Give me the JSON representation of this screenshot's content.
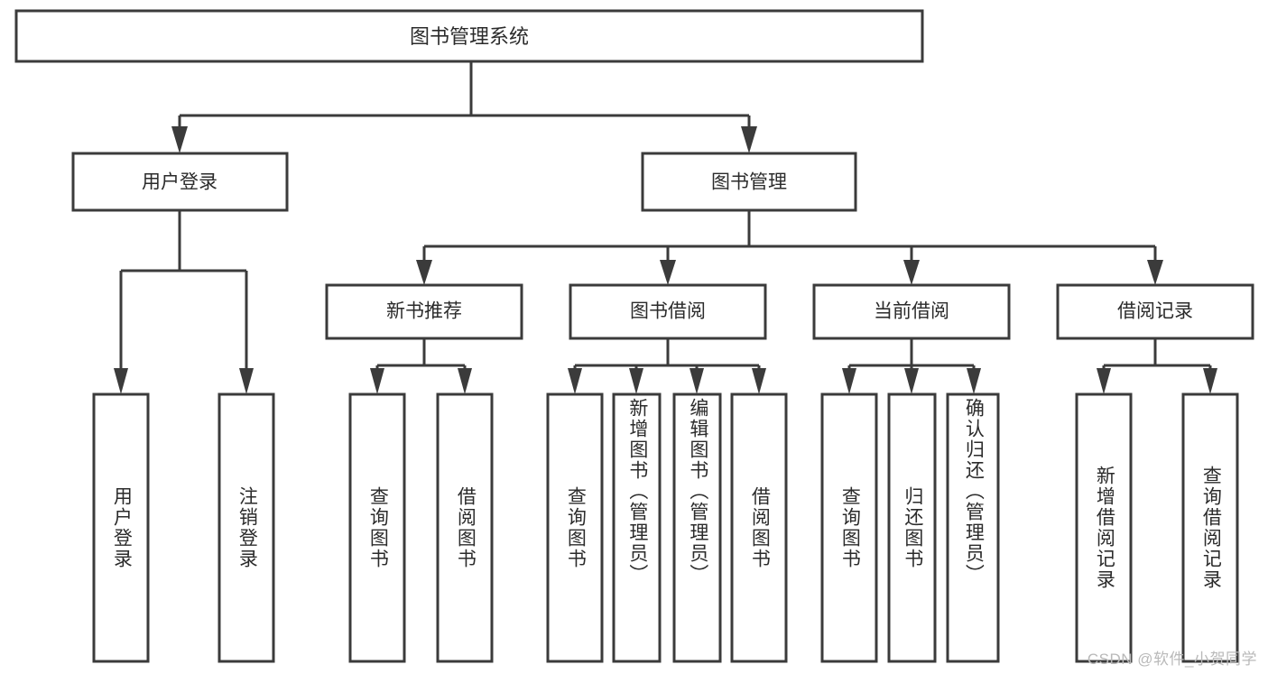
{
  "diagram": {
    "title": "图书管理系统",
    "type": "tree-hierarchy",
    "orientation": "top-down",
    "colors": {
      "stroke": "#3b3b3b",
      "box_fill": "#ffffff",
      "text": "#2b2b2b",
      "background": "#ffffff",
      "watermark": "#b9b9b9"
    },
    "root": {
      "label": "图书管理系统"
    },
    "level2": [
      {
        "label": "用户登录"
      },
      {
        "label": "图书管理"
      }
    ],
    "level3": [
      {
        "label": "新书推荐"
      },
      {
        "label": "图书借阅"
      },
      {
        "label": "当前借阅"
      },
      {
        "label": "借阅记录"
      }
    ],
    "leaves": {
      "user_login": [
        {
          "label": "用户登录"
        },
        {
          "label": "注销登录"
        }
      ],
      "new_book_recommend": [
        {
          "label": "查询图书"
        },
        {
          "label": "借阅图书"
        }
      ],
      "book_borrow": [
        {
          "label": "查询图书"
        },
        {
          "label": "新增图书（管理员）"
        },
        {
          "label": "编辑图书（管理员）"
        },
        {
          "label": "借阅图书"
        }
      ],
      "current_borrow": [
        {
          "label": "查询图书"
        },
        {
          "label": "归还图书"
        },
        {
          "label": "确认归还（管理员）"
        }
      ],
      "borrow_record": [
        {
          "label": "新增借阅记录"
        },
        {
          "label": "查询借阅记录"
        }
      ]
    },
    "watermark": "CSDN @软件_小贺同学"
  }
}
